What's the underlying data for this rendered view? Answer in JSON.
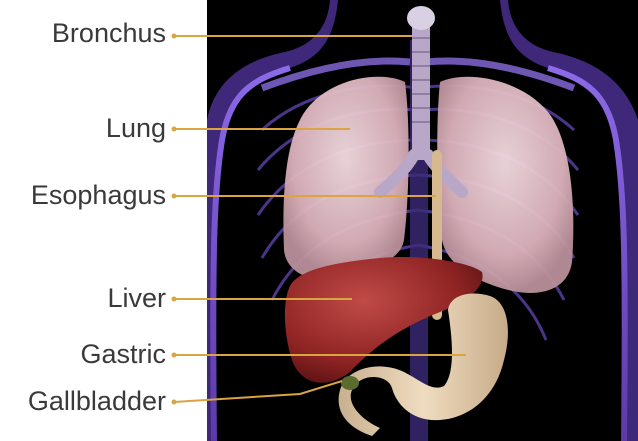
{
  "figure": {
    "subject": "anatomy-illustration-thorax-abdomen",
    "colors": {
      "background_left": "#ffffff",
      "illustration_bg": "#000000",
      "body_outline": "#7a56d6",
      "lung": "#e8c7cf",
      "liver": "#9b2c2c",
      "stomach": "#e6d3b8",
      "trachea": "#b9a7c8",
      "leader_line": "#d9a441",
      "label_text": "#3a3a3a"
    }
  },
  "labels": [
    {
      "id": "bronchus",
      "text": "Bronchus"
    },
    {
      "id": "lung",
      "text": "Lung"
    },
    {
      "id": "esophagus",
      "text": "Esophagus"
    },
    {
      "id": "liver",
      "text": "Liver"
    },
    {
      "id": "gastric",
      "text": "Gastric"
    },
    {
      "id": "gallbladder",
      "text": "Gallbladder"
    }
  ]
}
